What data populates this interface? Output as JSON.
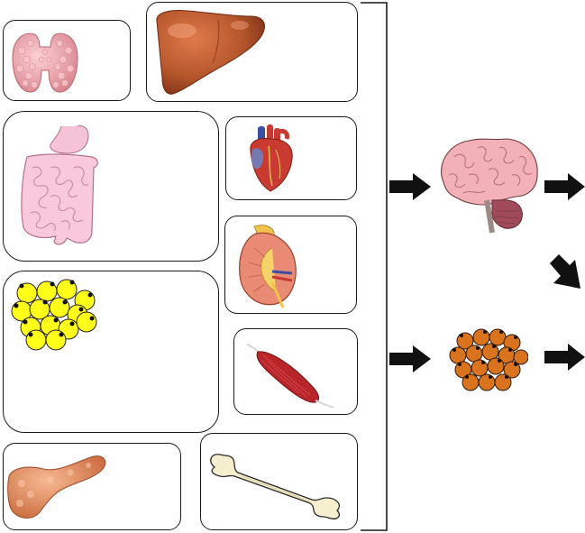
{
  "organs": [
    {
      "id": "thyroid",
      "icon": "thyroid-icon",
      "color": "#e8a0a8"
    },
    {
      "id": "liver",
      "icon": "liver-icon",
      "color": "#a4502c"
    },
    {
      "id": "intestine",
      "icon": "intestine-icon",
      "color": "#f2b5cc"
    },
    {
      "id": "heart",
      "icon": "heart-icon",
      "color": "#c2362c"
    },
    {
      "id": "kidney",
      "icon": "kidney-icon",
      "color": "#e08a74"
    },
    {
      "id": "adipose",
      "icon": "adipose-tissue-icon",
      "color": "#ffff1a"
    },
    {
      "id": "muscle",
      "icon": "muscle-icon",
      "color": "#b8282a"
    },
    {
      "id": "pancreas",
      "icon": "pancreas-icon",
      "color": "#e8956a"
    },
    {
      "id": "bone",
      "icon": "bone-icon",
      "color": "#f6efcf"
    }
  ],
  "targets": [
    {
      "id": "brain",
      "icon": "brain-icon",
      "color": "#f2b1b6"
    },
    {
      "id": "brown-adipose",
      "icon": "brown-adipose-icon",
      "color": "#d9731e"
    }
  ],
  "arrows": [
    "arrow-to-brain",
    "arrow-from-brain",
    "arrow-brain-to-adipose",
    "arrow-to-adipose",
    "arrow-from-adipose"
  ]
}
